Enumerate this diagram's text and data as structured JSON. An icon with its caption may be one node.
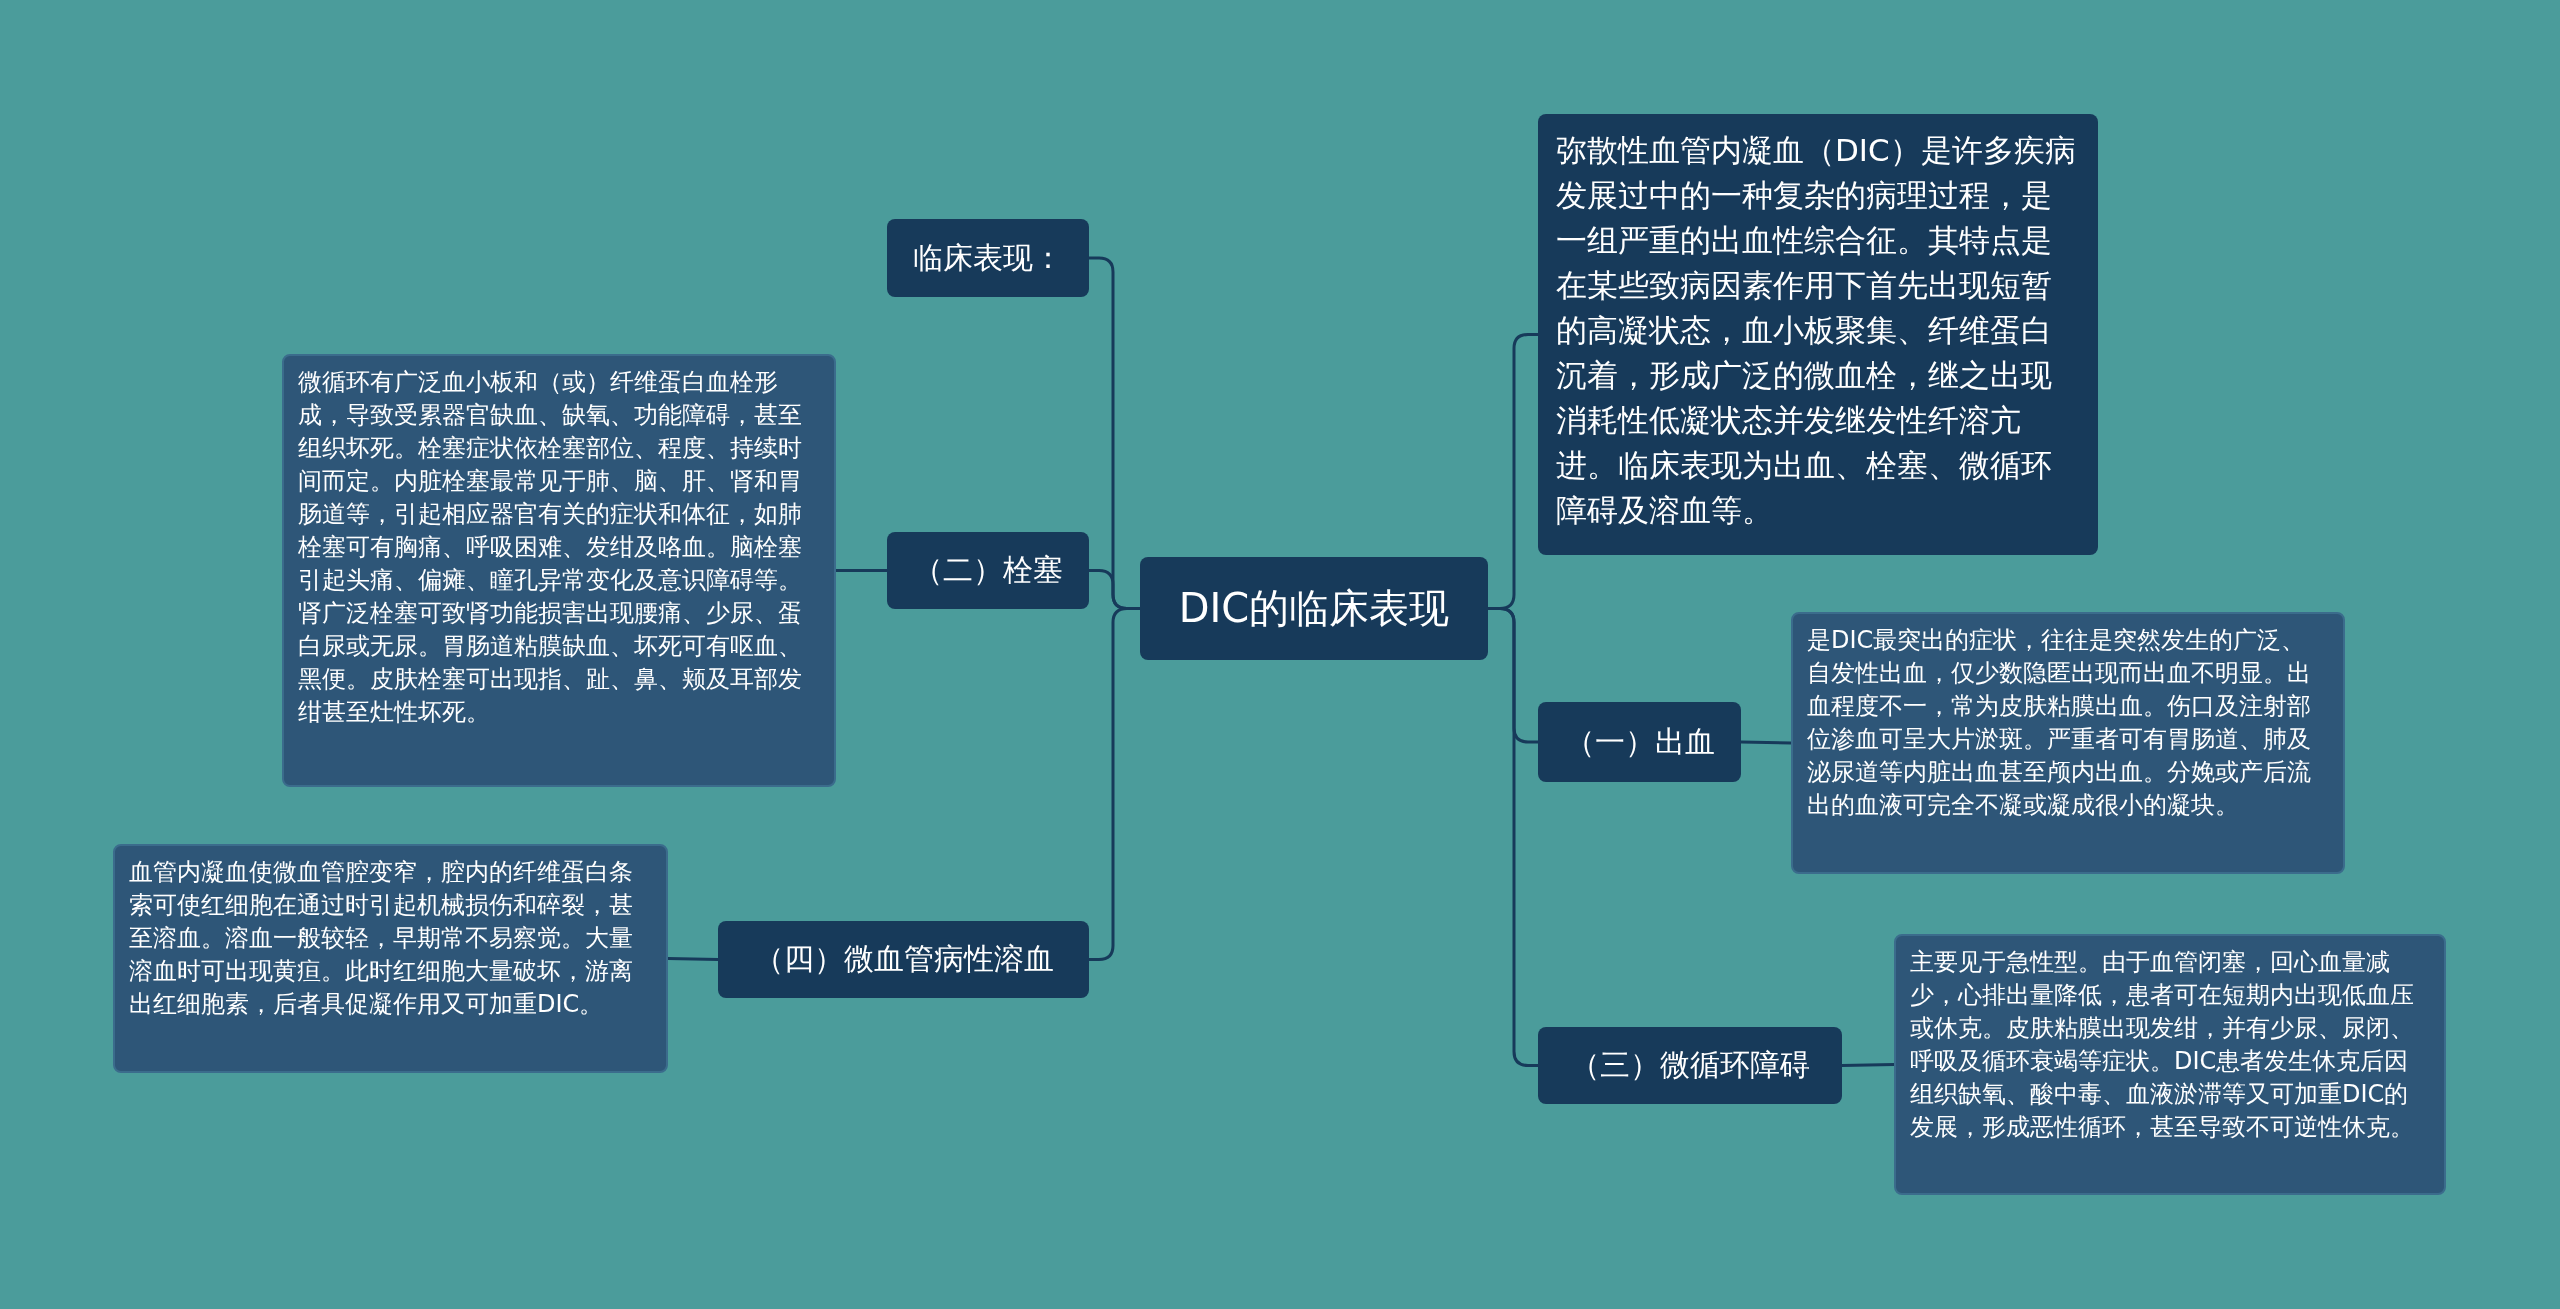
{
  "diagram": {
    "nodes": [
      {
        "text": [
          "DIC的临床表现"
        ]
      },
      {
        "text": [
          "临床表现："
        ]
      },
      {
        "text": [
          "（二）栓塞"
        ]
      },
      {
        "text": [
          "微循环有广泛血小板和（或）纤维蛋白血栓形成，导致受累器官缺血、缺氧、功能障碍，甚至组织坏死。栓塞症状依栓塞部位、程度、持续时间而定。内脏栓塞最常见于肺、脑、肝、肾和胃肠道等，引起相应器官有关的症状和体征，如肺栓塞可有胸痛、呼吸困难、发绀及咯血。脑栓塞引起头痛、偏瘫、瞳孔异常变化及意识障碍等。肾广泛栓塞可致肾功能损害出现腰痛、少尿、蛋白尿或无尿。胃肠道粘膜缺血、坏死可有呕血、黑便。皮肤栓塞可出现指、趾、鼻、颊及耳部发绀甚至灶性坏死。"
        ]
      },
      {
        "text": [
          "（四）微血管病性溶血"
        ]
      },
      {
        "text": [
          "血管内凝血使微血管腔变窄，腔内的纤维蛋白条索可使红细胞在通过时引起机械损伤和碎裂，甚至溶血。溶血一般较轻，早期常不易察觉。大量溶血时可出现黄疸。此时红细胞大量破坏，游离出红细胞素，后者具促凝作用又可加重DIC。"
        ]
      },
      {
        "text": [
          "弥散性血管内凝血（DIC）是许多疾病发展过中的一种复杂的病理过程，是一组严重的出血性综合征。其特点是在某些致病因素作用下首先出现短暂的高凝状态，血小板聚集、纤维蛋白沉着，形成广泛的微血栓，继之出现消耗性低凝状态并发继发性纤溶亢进。临床表现为出血、栓塞、微循环障碍及溶血等。"
        ]
      },
      {
        "text": [
          "（一）出血"
        ]
      },
      {
        "text": [
          "是DIC最突出的症状，往往是突然发生的广泛、自发性出血，仅少数隐匿出现而出血不明显。出血程度不一，常为皮肤粘膜出血。伤口及注射部位渗血可呈大片淤斑。严重者可有胃肠道、肺及泌尿道等内脏出血甚至颅内出血。分娩或产后流出的血液可完全不凝或凝成很小的凝块。"
        ]
      },
      {
        "text": [
          "（三）微循环障碍"
        ]
      },
      {
        "text": [
          "主要见于急性型。由于血管闭塞，回心血量减少，心排出量降低，患者可在短期内出现低血压或休克。皮肤粘膜出现发绀，并有少尿、尿闭、呼吸及循环衰竭等症状。DIC患者发生休克后因组织缺氧、酸中毒、血液淤滞等又可加重DIC的发展，形成恶性循环，甚至导致不可逆性休克。"
        ]
      }
    ],
    "edges": [
      {
        "from": 0,
        "to": 1,
        "arrow": "none"
      },
      {
        "from": 0,
        "to": 2,
        "arrow": "none"
      },
      {
        "from": 2,
        "to": 3,
        "arrow": "none"
      },
      {
        "from": 0,
        "to": 4,
        "arrow": "none"
      },
      {
        "from": 4,
        "to": 5,
        "arrow": "none"
      },
      {
        "from": 0,
        "to": 6,
        "arrow": "none"
      },
      {
        "from": 0,
        "to": 7,
        "arrow": "none"
      },
      {
        "from": 7,
        "to": 8,
        "arrow": "none"
      },
      {
        "from": 0,
        "to": 9,
        "arrow": "none"
      },
      {
        "from": 9,
        "to": 10,
        "arrow": "none"
      }
    ]
  }
}
